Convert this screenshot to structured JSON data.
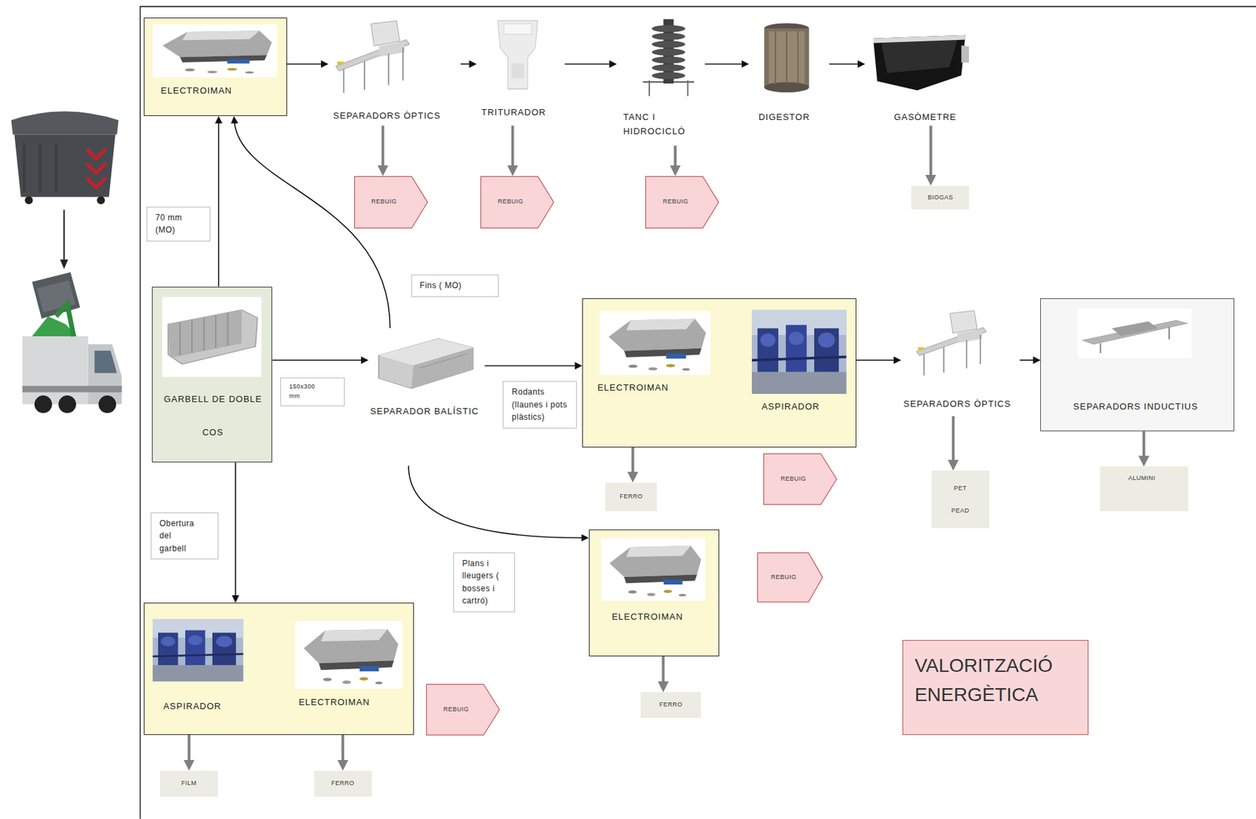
{
  "diagram": {
    "nodes": [
      {
        "text": [
          "ELECTROIMAN"
        ]
      },
      {
        "text": [
          "SEPARADORS ÒPTICS"
        ]
      },
      {
        "text": [
          "TRITURADOR"
        ]
      },
      {
        "text": [
          "TANC I HIDROCICLÓ"
        ]
      },
      {
        "text": [
          "DIGESTOR"
        ]
      },
      {
        "text": [
          "GASÒMETRE"
        ]
      },
      {
        "text": [
          "REBUIG"
        ]
      },
      {
        "text": [
          "REBUIG"
        ]
      },
      {
        "text": [
          "REBUIG"
        ]
      },
      {
        "text": [
          "BIOGAS"
        ]
      },
      {
        "text": [
          "GARBELL DE DOBLE COS"
        ]
      },
      {
        "text": [
          "SEPARADOR BALÍSTIC"
        ]
      },
      {
        "text": []
      },
      {
        "text": [
          "ELECTROIMAN"
        ],
        "in": 12
      },
      {
        "text": [
          "ASPIRADOR"
        ],
        "in": 12
      },
      {
        "text": [
          "SEPARADORS ÒPTICS"
        ]
      },
      {
        "text": [
          "SEPARADORS INDUCTIUS"
        ]
      },
      {
        "text": [
          "FERRO"
        ]
      },
      {
        "text": [
          "REBUIG"
        ]
      },
      {
        "text": [
          "PET PEAD"
        ]
      },
      {
        "text": [
          "ALUMINI"
        ]
      },
      {
        "text": [
          "ELECTROIMAN"
        ]
      },
      {
        "text": [
          "REBUIG"
        ]
      },
      {
        "text": [
          "FERRO"
        ]
      },
      {
        "text": []
      },
      {
        "text": [
          "ASPIRADOR"
        ],
        "in": 24
      },
      {
        "text": [
          "ELECTROIMAN"
        ],
        "in": 24
      },
      {
        "text": [
          "REBUIG"
        ]
      },
      {
        "text": [
          "FILM"
        ]
      },
      {
        "text": [
          "FERRO"
        ]
      },
      {
        "text": [
          "VALORITZACIÓ ENERGÈTICA"
        ]
      }
    ],
    "edges": [
      {
        "from": 0,
        "to": 1,
        "arrow": "to"
      },
      {
        "from": 1,
        "to": 2,
        "arrow": "to"
      },
      {
        "from": 2,
        "to": 3,
        "arrow": "to"
      },
      {
        "from": 3,
        "to": 4,
        "arrow": "to"
      },
      {
        "from": 4,
        "to": 5,
        "arrow": "to"
      },
      {
        "from": 1,
        "to": 6,
        "arrow": "to"
      },
      {
        "from": 2,
        "to": 7,
        "arrow": "to"
      },
      {
        "from": 3,
        "to": 8,
        "arrow": "to"
      },
      {
        "from": 5,
        "to": 9,
        "arrow": "to"
      },
      {
        "from": 10,
        "to": 0,
        "label": "70 mm (MO)",
        "arrow": "to"
      },
      {
        "from": 11,
        "to": 0,
        "label": "Fins ( MO)",
        "arrow": "to"
      },
      {
        "from": 10,
        "to": 11,
        "label": "150x300 mm",
        "arrow": "to"
      },
      {
        "from": 11,
        "to": 12,
        "label": "Rodants (llaunes i pots plàstics)",
        "arrow": "to"
      },
      {
        "from": 13,
        "to": 14,
        "arrow": "to"
      },
      {
        "from": 13,
        "to": 17,
        "arrow": "to"
      },
      {
        "from": 12,
        "to": 15,
        "arrow": "to"
      },
      {
        "from": 15,
        "to": 16,
        "arrow": "to"
      },
      {
        "from": 15,
        "to": 19,
        "arrow": "to"
      },
      {
        "from": 16,
        "to": 20,
        "arrow": "to"
      },
      {
        "from": 11,
        "to": 21,
        "label": "Plans i lleugers ( bosses i cartró)",
        "arrow": "to"
      },
      {
        "from": 21,
        "to": 23,
        "arrow": "to"
      },
      {
        "from": 10,
        "to": 24,
        "label": "Obertura del garbell",
        "arrow": "to"
      },
      {
        "from": 25,
        "to": 26,
        "arrow": "to"
      },
      {
        "from": 25,
        "to": 28,
        "arrow": "to"
      },
      {
        "from": 26,
        "to": 29,
        "arrow": "to"
      }
    ]
  }
}
